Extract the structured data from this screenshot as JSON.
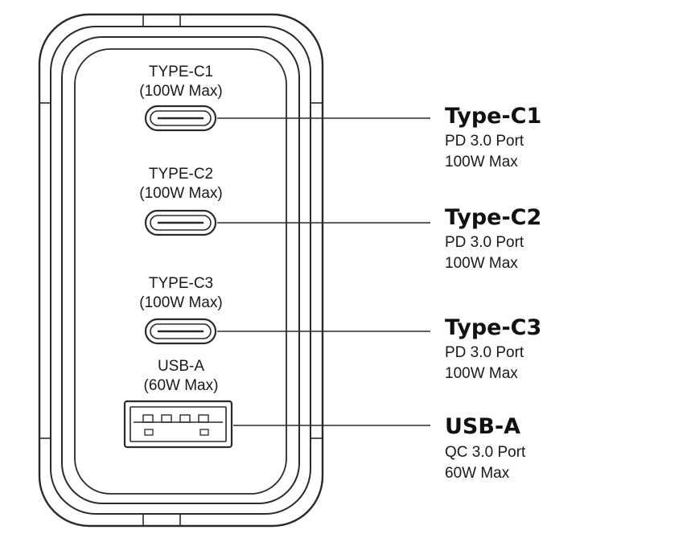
{
  "device": {
    "ports": [
      {
        "label_top": "TYPE-C1",
        "label_bottom": "(100W Max)",
        "callout_title": "Type-C1",
        "callout_line1": "PD 3.0 Port",
        "callout_line2": "100W Max"
      },
      {
        "label_top": "TYPE-C2",
        "label_bottom": "(100W Max)",
        "callout_title": "Type-C2",
        "callout_line1": "PD 3.0 Port",
        "callout_line2": "100W Max"
      },
      {
        "label_top": "TYPE-C3",
        "label_bottom": "(100W Max)",
        "callout_title": "Type-C3",
        "callout_line1": "PD 3.0 Port",
        "callout_line2": "100W Max"
      },
      {
        "label_top": "USB-A",
        "label_bottom": "(60W Max)",
        "callout_title": "USB-A",
        "callout_line1": "QC 3.0 Port",
        "callout_line2": "60W Max"
      }
    ]
  },
  "colors": {
    "stroke": "#2a2a2a",
    "text": "#111111",
    "background": "#ffffff"
  }
}
